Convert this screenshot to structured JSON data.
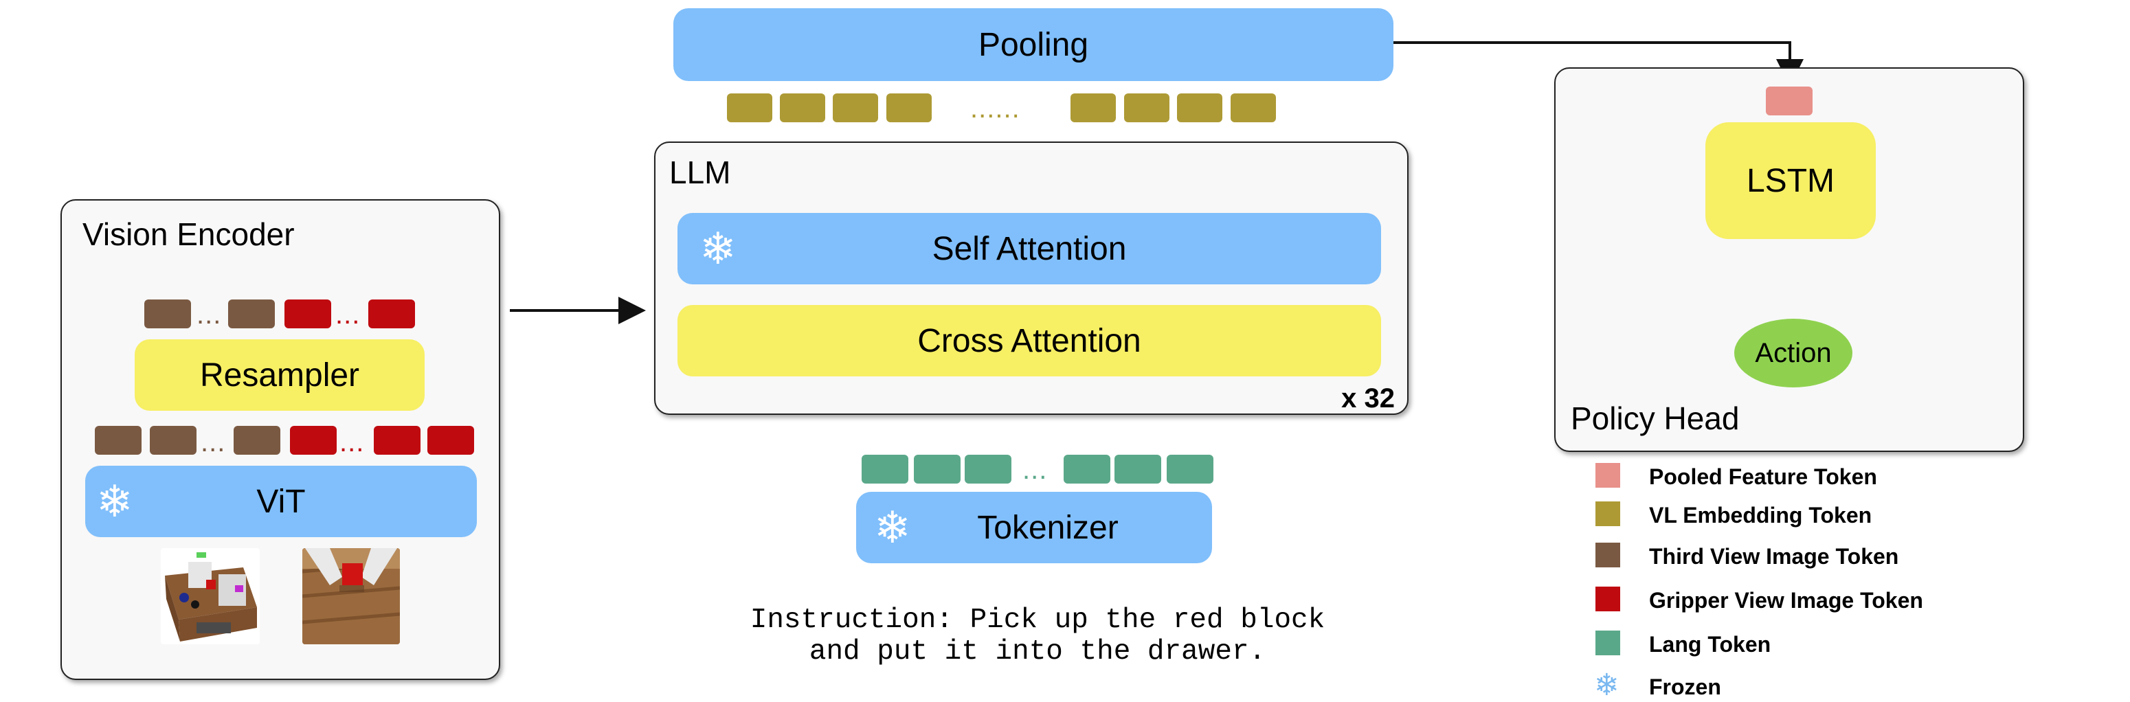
{
  "pooling": {
    "label": "Pooling"
  },
  "llm": {
    "title": "LLM",
    "self_attention": "Self Attention",
    "cross_attention": "Cross Attention",
    "repeat": "x 32",
    "vl_dots": "......"
  },
  "vision_encoder": {
    "title": "Vision Encoder",
    "resampler": "Resampler",
    "vit": "ViT",
    "dots": "..."
  },
  "tokenizer": {
    "label": "Tokenizer",
    "dots": "..."
  },
  "instruction": {
    "line1": "Instruction: Pick up the red block",
    "line2": "and put it into the drawer."
  },
  "policy_head": {
    "title": "Policy Head",
    "lstm": "LSTM",
    "action": "Action"
  },
  "legend": [
    {
      "label": "Pooled Feature Token",
      "color": "#e8908a",
      "kind": "swatch"
    },
    {
      "label": "VL Embedding Token",
      "color": "#ad9a34",
      "kind": "swatch"
    },
    {
      "label": "Third View Image Token",
      "color": "#7a5942",
      "kind": "swatch"
    },
    {
      "label": "Gripper View Image Token",
      "color": "#bf0a10",
      "kind": "swatch"
    },
    {
      "label": "Lang Token",
      "color": "#5aa88a",
      "kind": "swatch"
    },
    {
      "label": "Frozen",
      "color": "#7ab8f0",
      "kind": "snowflake-icon"
    }
  ],
  "colors": {
    "blue_block": "#80bffb",
    "yellow_block": "#f7ef64",
    "action_oval": "#8fd14f"
  }
}
